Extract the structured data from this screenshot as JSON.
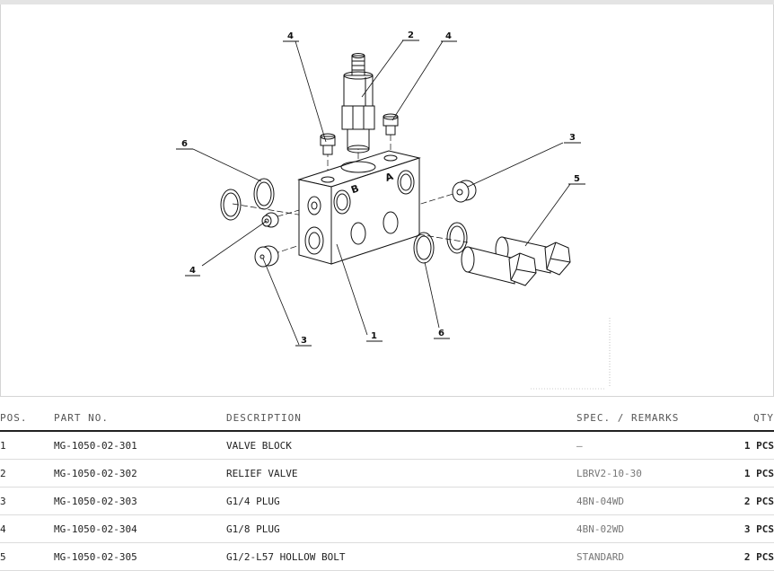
{
  "drawing": {
    "callouts": [
      "1",
      "2",
      "3",
      "3",
      "4",
      "4",
      "4",
      "5",
      "6",
      "6"
    ],
    "engraving_b": "B",
    "engraving_a": "A"
  },
  "bom": {
    "headers": {
      "pos": "POS.",
      "part_no": "PART NO.",
      "description": "DESCRIPTION",
      "spec": "SPEC. / REMARKS",
      "qty": "QTY"
    },
    "rows": [
      {
        "pos": "1",
        "part_no": "MG-1050-02-301",
        "description": "VALVE BLOCK",
        "spec": "—",
        "qty": "1 PCS"
      },
      {
        "pos": "2",
        "part_no": "MG-1050-02-302",
        "description": "RELIEF VALVE",
        "spec": "LBRV2-10-30",
        "qty": "1 PCS"
      },
      {
        "pos": "3",
        "part_no": "MG-1050-02-303",
        "description": "G1/4 PLUG",
        "spec": "4BN-04WD",
        "qty": "2 PCS"
      },
      {
        "pos": "4",
        "part_no": "MG-1050-02-304",
        "description": "G1/8 PLUG",
        "spec": "4BN-02WD",
        "qty": "3 PCS"
      },
      {
        "pos": "5",
        "part_no": "MG-1050-02-305",
        "description": "G1/2-L57 HOLLOW BOLT",
        "spec": "STANDARD",
        "qty": "2 PCS"
      }
    ]
  }
}
